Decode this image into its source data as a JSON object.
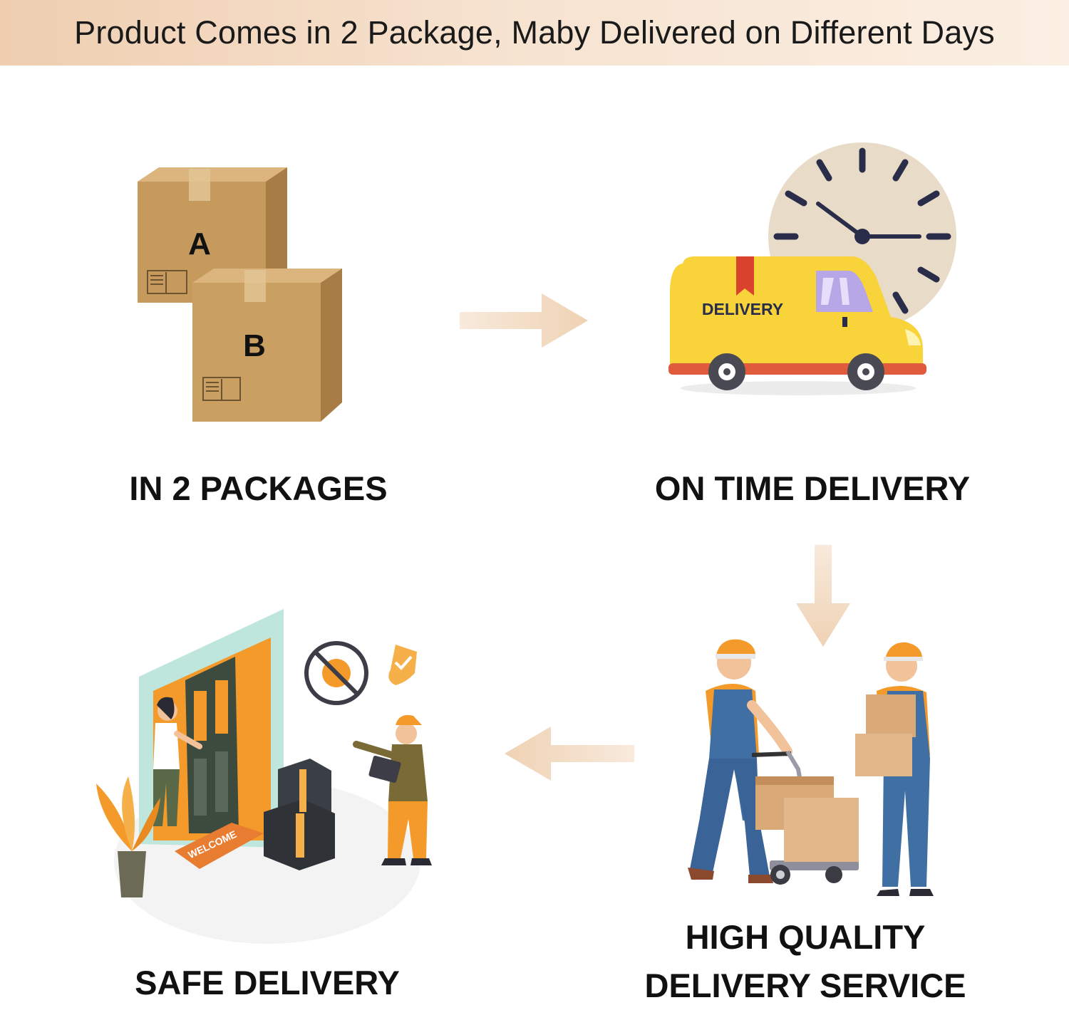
{
  "banner": {
    "text": "Product Comes in 2 Package, Maby Delivered on Different Days"
  },
  "steps": [
    {
      "label": "IN 2 PACKAGES",
      "icon": "two-boxes-icon"
    },
    {
      "label": "ON TIME DELIVERY",
      "icon": "delivery-van-clock-icon"
    },
    {
      "label_line1": "HIGH QUALITY",
      "label_line2": "DELIVERY SERVICE",
      "icon": "couriers-with-boxes-icon"
    },
    {
      "label": "SAFE DELIVERY",
      "icon": "doorstep-delivery-icon"
    }
  ],
  "boxes": {
    "box_a": "A",
    "box_b": "B"
  },
  "van": {
    "text": "DELIVERY"
  },
  "doormat": {
    "text": "WELCOME"
  },
  "colors": {
    "arrow": "#f0d9c0",
    "box": "#c49a5c",
    "van": "#f8d33a",
    "van_stripe": "#e05a3c",
    "clock_face": "#e8dcc8",
    "courier_orange": "#f39a2a",
    "overall_blue": "#3f6fa3"
  }
}
